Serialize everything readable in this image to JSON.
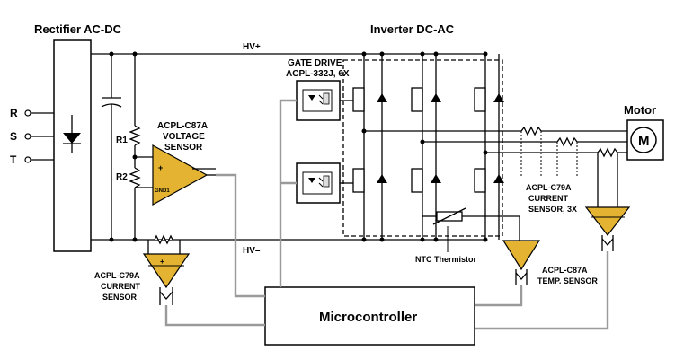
{
  "diagram": {
    "rectifier_title": "Rectifier AC-DC",
    "inverter_title": "Inverter DC-AC",
    "motor_title": "Motor",
    "motor_symbol": "M",
    "rail_positive": "HV+",
    "rail_negative": "HV–",
    "inputs": [
      "R",
      "S",
      "T"
    ],
    "resistor_labels": [
      "R1",
      "R2"
    ],
    "gate_drive": [
      "GATE DRIVE",
      "ACPL-332J, 6X"
    ],
    "voltage_sensor": [
      "ACPL-C87A",
      "VOLTAGE",
      "SENSOR"
    ],
    "current_sensor_bottom": [
      "ACPL-C79A",
      "CURRENT",
      "SENSOR"
    ],
    "current_sensor_motor": [
      "ACPL-C79A",
      "CURRENT",
      "SENSOR, 3X"
    ],
    "temp_sensor": [
      "ACPL-C87A",
      "TEMP. SENSOR"
    ],
    "thermistor": "NTC Thermistor",
    "microcontroller": "Microcontroller",
    "sensor_pin_text": "GND1",
    "colors": {
      "sensor_fill": "#e3b331",
      "signal_wire": "#9a9a9a"
    }
  }
}
